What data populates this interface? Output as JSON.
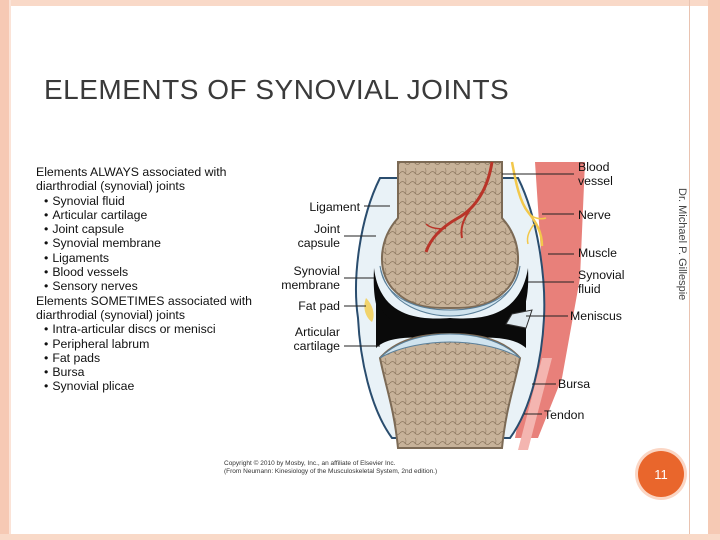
{
  "slide": {
    "title": "ELEMENTS OF SYNOVIAL JOINTS",
    "author_vertical": "Dr. Michael P. Gillespie",
    "page_number": "11"
  },
  "elements_list": {
    "always_header": "Elements ALWAYS associated with diarthrodial (synovial) joints",
    "always_items": [
      "Synovial fluid",
      "Articular cartilage",
      "Joint capsule",
      "Synovial membrane",
      "Ligaments",
      "Blood vessels",
      "Sensory nerves"
    ],
    "sometimes_header": "Elements SOMETIMES associated with diarthrodial (synovial) joints",
    "sometimes_items": [
      "Intra-articular discs or menisci",
      "Peripheral labrum",
      "Fat pads",
      "Bursa",
      "Synovial plicae"
    ]
  },
  "diagram_labels": {
    "ligament": "Ligament",
    "joint_capsule": "Joint capsule",
    "synovial_membrane": "Synovial membrane",
    "fat_pad": "Fat pad",
    "articular_cartilage": "Articular cartilage",
    "blood_vessel": "Blood vessel",
    "nerve": "Nerve",
    "muscle": "Muscle",
    "synovial_fluid": "Synovial fluid",
    "meniscus": "Meniscus",
    "bursa": "Bursa",
    "tendon": "Tendon"
  },
  "copyright": {
    "line1": "Copyright © 2010 by Mosby, Inc., an affiliate of Elsevier Inc.",
    "line2": "(From Neumann: Kinesiology of the Musculoskeletal System, 2nd edition.)"
  },
  "colors": {
    "frame": "#f6c9b4",
    "badge": "#e9662c",
    "bone": "#b49f86",
    "cartilage": "#d8e8f0",
    "synovial_space": "#0a0a0a",
    "muscle": "#e8524a",
    "vessel": "#c0392b",
    "nerve": "#f2c84b"
  }
}
